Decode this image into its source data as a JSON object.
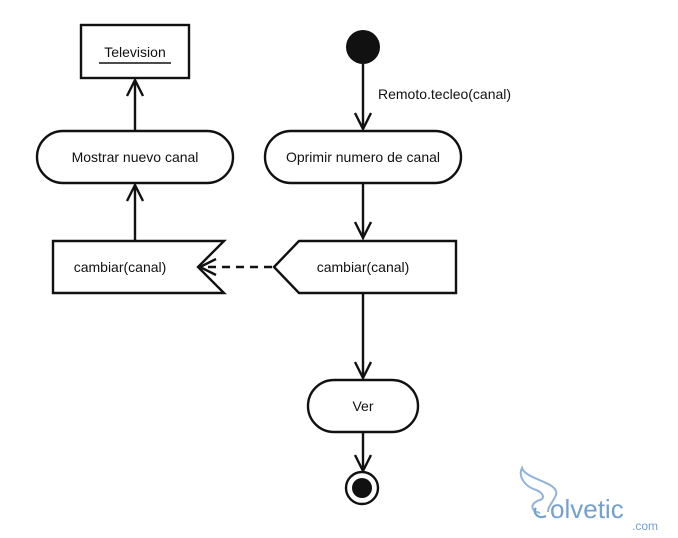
{
  "diagram": {
    "type": "uml-activity",
    "nodes": {
      "initial": {
        "kind": "initial-node"
      },
      "oprimir": {
        "kind": "action",
        "label": "Oprimir numero de canal"
      },
      "send_signal": {
        "kind": "send-signal",
        "label": "cambiar(canal)"
      },
      "ver": {
        "kind": "action",
        "label": "Ver"
      },
      "final": {
        "kind": "final-node"
      },
      "receive_signal": {
        "kind": "accept-event",
        "label": "cambiar(canal)"
      },
      "mostrar": {
        "kind": "action",
        "label": "Mostrar nuevo canal"
      },
      "television": {
        "kind": "object",
        "label": "Television"
      }
    },
    "edges": [
      {
        "from": "initial",
        "to": "oprimir",
        "label": "Remoto.tecleo(canal)",
        "style": "solid"
      },
      {
        "from": "oprimir",
        "to": "send_signal",
        "label": "",
        "style": "solid"
      },
      {
        "from": "send_signal",
        "to": "ver",
        "label": "",
        "style": "solid"
      },
      {
        "from": "ver",
        "to": "final",
        "label": "",
        "style": "solid"
      },
      {
        "from": "send_signal",
        "to": "receive_signal",
        "label": "",
        "style": "dashed"
      },
      {
        "from": "receive_signal",
        "to": "mostrar",
        "label": "",
        "style": "solid"
      },
      {
        "from": "mostrar",
        "to": "television",
        "label": "",
        "style": "solid"
      }
    ]
  },
  "watermark": {
    "brand": "olvetic",
    "suffix": ".com",
    "color": "#5b8fc9"
  }
}
